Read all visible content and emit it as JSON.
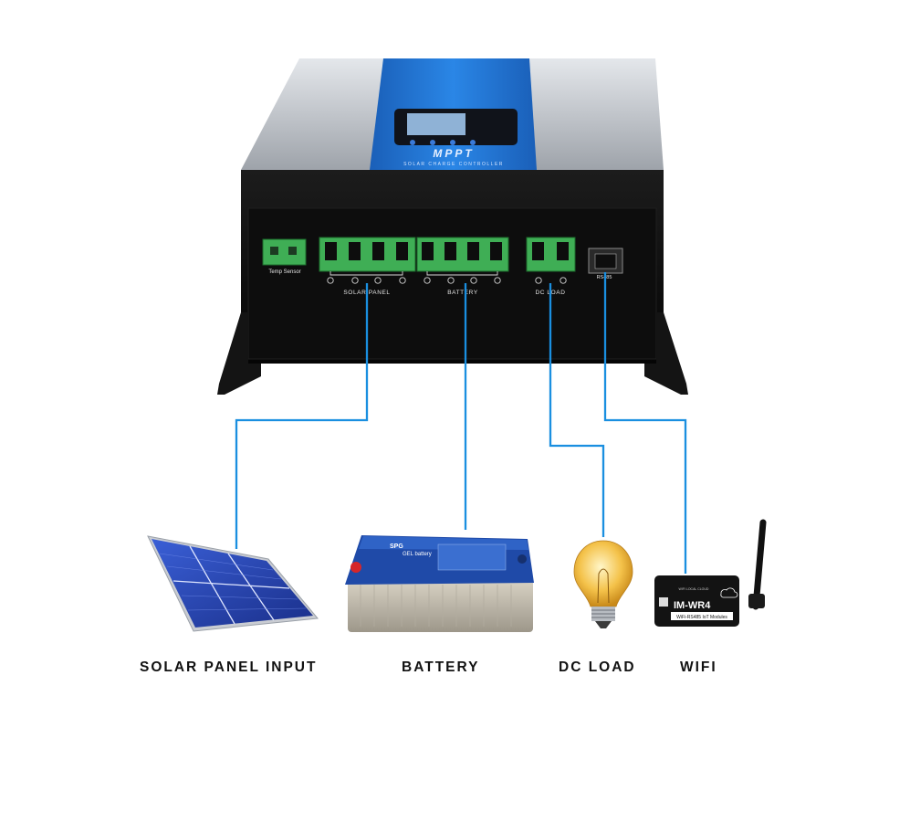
{
  "device": {
    "display_brand": "MPPT",
    "display_subtitle": "SOLAR CHARGE CONTROLLER",
    "ports": {
      "temp_sensor": "Temp Sensor",
      "solar_panel": "SOLAR PANEL",
      "battery": "BATTERY",
      "dc_load": "DC LOAD",
      "rs485": "RS485"
    }
  },
  "battery_product": {
    "brand": "SPG",
    "type": "GEL battery"
  },
  "wifi_module": {
    "model": "IM-WR4",
    "sub_label": "WiFi-RS485  IoT Modules",
    "indicators": "WIFI  LOCAL  CLOUD"
  },
  "captions": {
    "solar": "SOLAR PANEL INPUT",
    "battery": "BATTERY",
    "dc_load": "DC LOAD",
    "wifi": "WIFI"
  },
  "colors": {
    "wire": "#1a8fe0",
    "housing_top": "#cfd3d8",
    "front_panel": "#0a0a0a",
    "blue_panel": "#1f6fd0",
    "terminal_green": "#3fae55"
  }
}
